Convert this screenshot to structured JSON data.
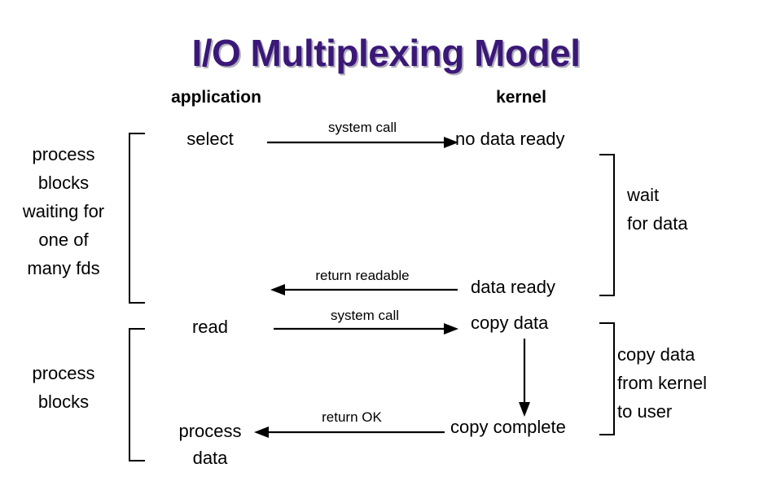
{
  "title": "I/O Multiplexing Model",
  "theme": {
    "title_color": "#3b1878",
    "title_shadow_color": "#b0b0b8",
    "text_color": "#000000",
    "line_color": "#000000",
    "background": "#ffffff"
  },
  "columns": {
    "application_heading": "application",
    "kernel_heading": "kernel"
  },
  "nodes": {
    "select": "select",
    "read": "read",
    "process": "process",
    "data": "data",
    "no_data_ready": "no data ready",
    "data_ready": "data ready",
    "copy_data": "copy data",
    "copy_complete": "copy complete"
  },
  "annotations": {
    "left_phase_1": [
      "process",
      "blocks",
      "waiting for",
      "one of",
      "many fds"
    ],
    "left_phase_2": [
      "process",
      "blocks"
    ],
    "right_phase_1": [
      "wait",
      "for data"
    ],
    "right_phase_2": [
      "copy data",
      "from kernel",
      "to user"
    ]
  },
  "arrows": [
    {
      "id": "system-call-select",
      "label": "system call",
      "direction": "right",
      "from": "select",
      "to": "no data ready"
    },
    {
      "id": "return-readable",
      "label": "return readable",
      "direction": "left",
      "from": "data ready",
      "to": "application"
    },
    {
      "id": "system-call-read",
      "label": "system call",
      "direction": "right",
      "from": "read",
      "to": "copy data"
    },
    {
      "id": "copy-progress",
      "label": "",
      "direction": "down",
      "from": "copy data",
      "to": "copy complete"
    },
    {
      "id": "return-ok",
      "label": "return OK",
      "direction": "left",
      "from": "copy complete",
      "to": "process data"
    }
  ]
}
